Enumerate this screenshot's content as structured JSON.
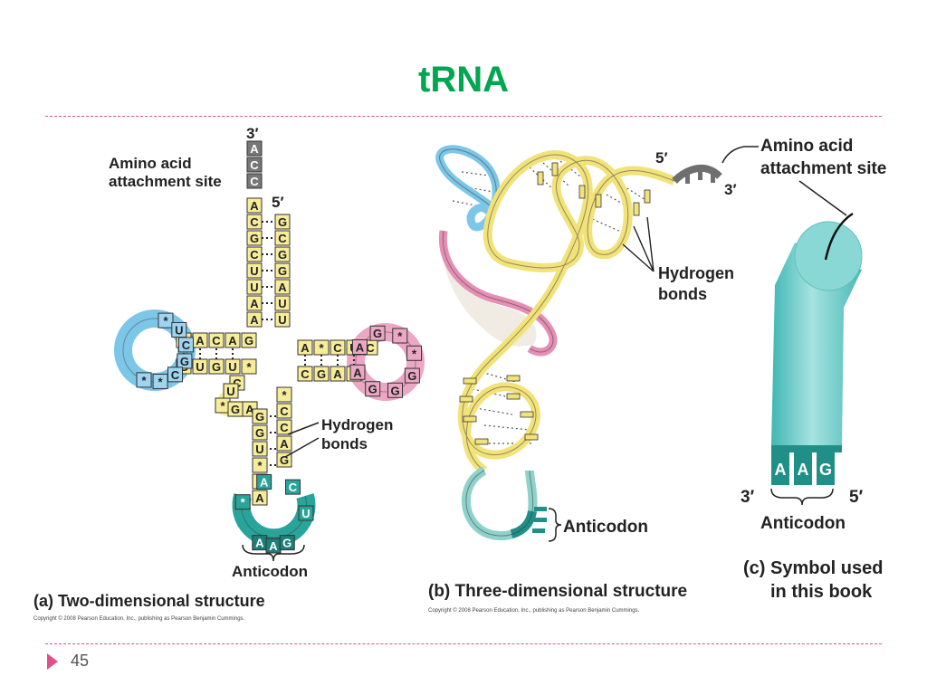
{
  "slide": {
    "title": "tRNA",
    "page_number": "45",
    "accent_color": "#e0508a",
    "title_color": "#00a650"
  },
  "panel_a": {
    "caption": "(a) Two-dimensional structure",
    "copyright": "Copyright © 2008 Pearson Education, Inc., publishing as Pearson Benjamin Cummings.",
    "three_prime": "3′",
    "five_prime": "5′",
    "amino_acid_line1": "Amino acid",
    "amino_acid_line2": "attachment site",
    "hydrogen_line1": "Hydrogen",
    "hydrogen_line2": "bonds",
    "anticodon_label": "Anticodon",
    "acceptor_tail": [
      "A",
      "C",
      "C"
    ],
    "acceptor_left": [
      "A",
      "C",
      "G",
      "C",
      "U",
      "U",
      "A",
      "A"
    ],
    "acceptor_right": [
      "G",
      "C",
      "G",
      "G",
      "A",
      "U",
      "U"
    ],
    "left_arm_top": [
      "C",
      "A",
      "C",
      "A",
      "G"
    ],
    "left_arm_bottom": [
      "G",
      "U",
      "G",
      "U",
      "*"
    ],
    "left_loop": [
      "*",
      "U",
      "C",
      "G",
      "C",
      "*",
      "*"
    ],
    "right_arm_top": [
      "A",
      "*",
      "C",
      "U",
      "C"
    ],
    "right_arm_bottom": [
      "C",
      "G",
      "A",
      "G"
    ],
    "right_loop": [
      "A",
      "G",
      "*",
      "*",
      "G",
      "G",
      "G",
      "A"
    ],
    "variable_loop": [
      "C",
      "U",
      "*",
      "G",
      "A"
    ],
    "anticodon_stem_left": [
      "G",
      "G",
      "U",
      "*",
      "*",
      "A"
    ],
    "anticodon_stem_right": [
      "*",
      "C",
      "C",
      "A",
      "G"
    ],
    "anticodon_loop": [
      "*",
      "A",
      "C",
      "U"
    ],
    "anticodon_bases": [
      "A",
      "A",
      "G"
    ]
  },
  "panel_b": {
    "caption": "(b) Three-dimensional structure",
    "copyright": "Copyright © 2008 Pearson Education, Inc., publishing as Pearson Benjamin Cummings.",
    "five_prime": "5′",
    "three_prime": "3′",
    "hydrogen_line1": "Hydrogen",
    "hydrogen_line2": "bonds",
    "anticodon_label": "Anticodon"
  },
  "panel_c": {
    "amino_acid_line1": "Amino acid",
    "amino_acid_line2": "attachment site",
    "anticodon_bases": [
      "A",
      "A",
      "G"
    ],
    "three_prime": "3′",
    "five_prime": "5′",
    "anticodon_label": "Anticodon",
    "caption_line1": "(c) Symbol used",
    "caption_line2": "in this book"
  },
  "colors": {
    "yellow": "#f7ec9a",
    "blue": "#9ed4ef",
    "pink": "#eba7c3",
    "teal": "#29a49b",
    "gray": "#777777",
    "cylinder": "#7fd3d0"
  }
}
